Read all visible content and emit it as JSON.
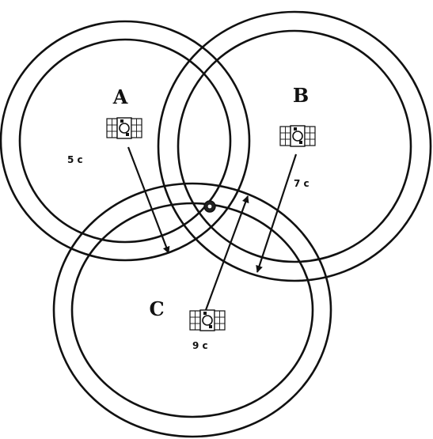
{
  "diagram": {
    "satellites": [
      {
        "id": "a",
        "label": "A",
        "distance_label": "5 c"
      },
      {
        "id": "b",
        "label": "B",
        "distance_label": "7 c"
      },
      {
        "id": "c",
        "label": "C",
        "distance_label": "9 c"
      }
    ]
  }
}
